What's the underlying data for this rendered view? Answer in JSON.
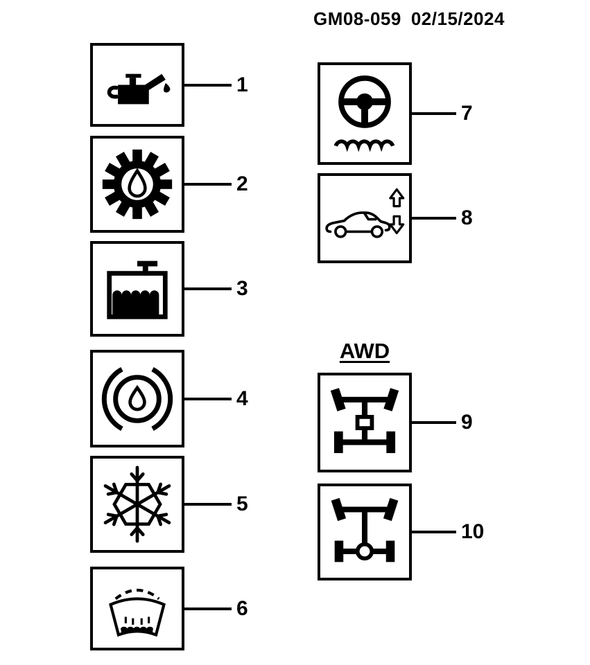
{
  "header": {
    "doc_id": "GM08-059",
    "date": "02/15/2024"
  },
  "section_label": "AWD",
  "items": [
    {
      "num": "1",
      "icon": "engine-oil-can"
    },
    {
      "num": "2",
      "icon": "gear-oil-droplet"
    },
    {
      "num": "3",
      "icon": "coolant-reservoir-level"
    },
    {
      "num": "4",
      "icon": "brake-fluid-droplet"
    },
    {
      "num": "5",
      "icon": "refrigerant-snowflake"
    },
    {
      "num": "6",
      "icon": "windshield-washer-fluid"
    },
    {
      "num": "7",
      "icon": "power-steering-fluid"
    },
    {
      "num": "8",
      "icon": "ride-height-car-arrows"
    },
    {
      "num": "9",
      "icon": "awd-driveline-transfer-case"
    },
    {
      "num": "10",
      "icon": "awd-driveline-differential"
    }
  ],
  "colors": {
    "ink": "#000000",
    "paper": "#ffffff"
  }
}
